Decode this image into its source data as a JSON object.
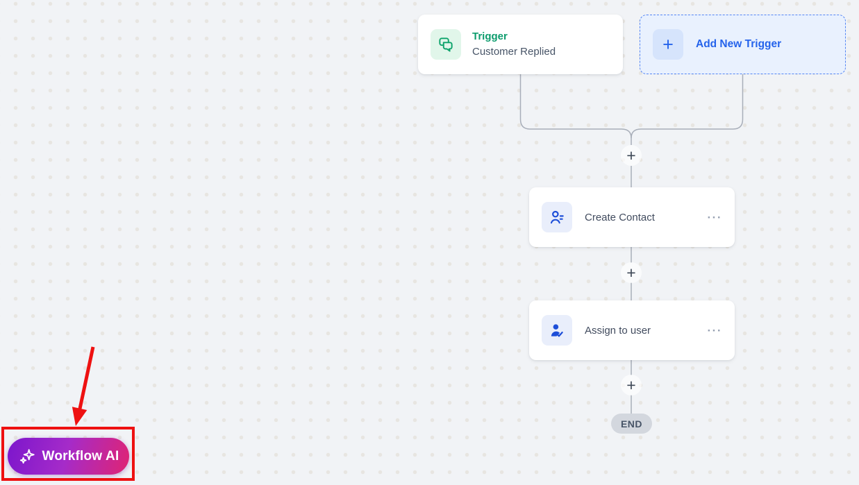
{
  "workflow": {
    "trigger_card": {
      "title": "Trigger",
      "subtitle": "Customer Replied"
    },
    "add_trigger": {
      "plus": "+",
      "label": "Add New Trigger"
    },
    "add_step_plus": "+",
    "steps": [
      {
        "label": "Create Contact",
        "menu": "···"
      },
      {
        "label": "Assign to user",
        "menu": "···"
      }
    ],
    "end_label": "END"
  },
  "ai_button": {
    "label": "Workflow AI"
  },
  "colors": {
    "background": "#f1f3f6",
    "grid_dot": "#e7e5e1",
    "connector_line": "#a8aeb9",
    "trigger_green": "#0d9c6d",
    "trigger_icon_bg": "#e1f6ea",
    "accent_blue": "#2563eb",
    "action_icon_blue": "#1d4ed8",
    "action_icon_bg": "#e9eefb",
    "end_pill_bg": "#d3d7de",
    "annotation_red": "#ee1111",
    "ai_gradient_start": "#7c16cc",
    "ai_gradient_end": "#e02472"
  }
}
